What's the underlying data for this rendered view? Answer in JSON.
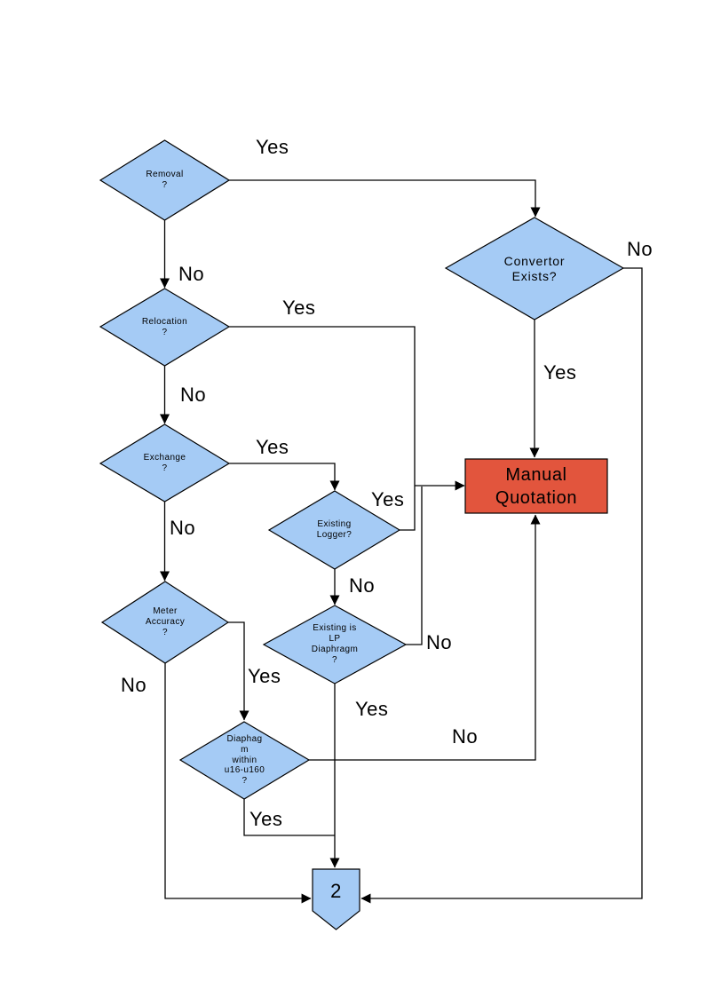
{
  "diagram": {
    "type": "flowchart",
    "colors": {
      "decision_fill": "#A5CBF5",
      "process_fill": "#E2553D",
      "connector_fill": "#A5CBF5",
      "line": "#000000",
      "background": "#FFFFFF"
    },
    "nodes": {
      "removal": {
        "label": "Removal\n?",
        "type": "decision"
      },
      "convertor_exists": {
        "label": "Convertor\nExists?",
        "type": "decision"
      },
      "relocation": {
        "label": "Relocation\n?",
        "type": "decision"
      },
      "exchange": {
        "label": "Exchange\n?",
        "type": "decision"
      },
      "existing_logger": {
        "label": "Existing\nLogger?",
        "type": "decision"
      },
      "meter_accuracy": {
        "label": "Meter\nAccuracy\n?",
        "type": "decision"
      },
      "existing_lp_diaphragm": {
        "label": "Existing is\nLP\nDiaphragm\n?",
        "type": "decision"
      },
      "diaphragm_range": {
        "label": "Diaphag\nm\nwithin\nu16-u160\n?",
        "type": "decision"
      },
      "manual_quotation": {
        "label": "Manual\nQuotation",
        "type": "process"
      },
      "offpage_connector": {
        "label": "2",
        "type": "off-page-connector"
      }
    },
    "edge_labels": {
      "removal_yes": "Yes",
      "removal_no": "No",
      "convertor_no": "No",
      "convertor_yes": "Yes",
      "relocation_yes": "Yes",
      "relocation_no": "No",
      "exchange_yes": "Yes",
      "exchange_no": "No",
      "logger_yes": "Yes",
      "logger_no": "No",
      "lp_no": "No",
      "lp_yes": "Yes",
      "meter_yes": "Yes",
      "meter_no": "No",
      "diaphragm_yes": "Yes",
      "diaphragm_no": "No"
    }
  }
}
